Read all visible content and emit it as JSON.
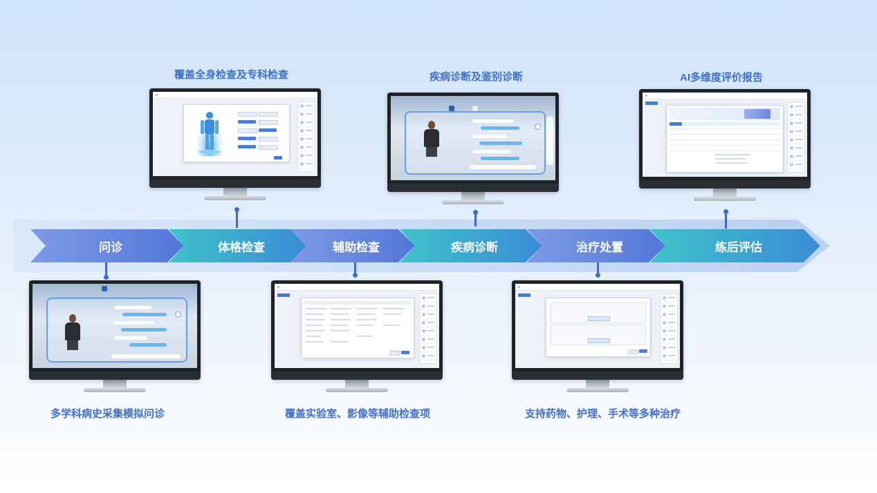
{
  "captions": {
    "top_1": "覆盖全身检查及专科检查",
    "top_2": "疾病诊断及鉴别诊断",
    "top_3": "AI多维度评价报告",
    "bottom_1": "多学科病史采集模拟问诊",
    "bottom_2": "覆盖实验室、影像等辅助检查项",
    "bottom_3": "支持药物、护理、手术等多种治疗"
  },
  "timeline": {
    "steps": [
      {
        "label": "问诊",
        "style": "blue"
      },
      {
        "label": "体格检查",
        "style": "teal"
      },
      {
        "label": "辅助检查",
        "style": "blue"
      },
      {
        "label": "疾病诊断",
        "style": "teal"
      },
      {
        "label": "治疗处置",
        "style": "blue"
      },
      {
        "label": "练后评估",
        "style": "teal"
      }
    ]
  },
  "colors": {
    "caption": "#3f6fd0",
    "arrow_blue": "#5277d8",
    "arrow_teal": "#3ec3c8",
    "pin": "#3d69cf",
    "bezel": "#1f2326"
  },
  "icons": [
    "body-model-icon",
    "patient-avatar-icon",
    "doctor-avatar-icon"
  ]
}
